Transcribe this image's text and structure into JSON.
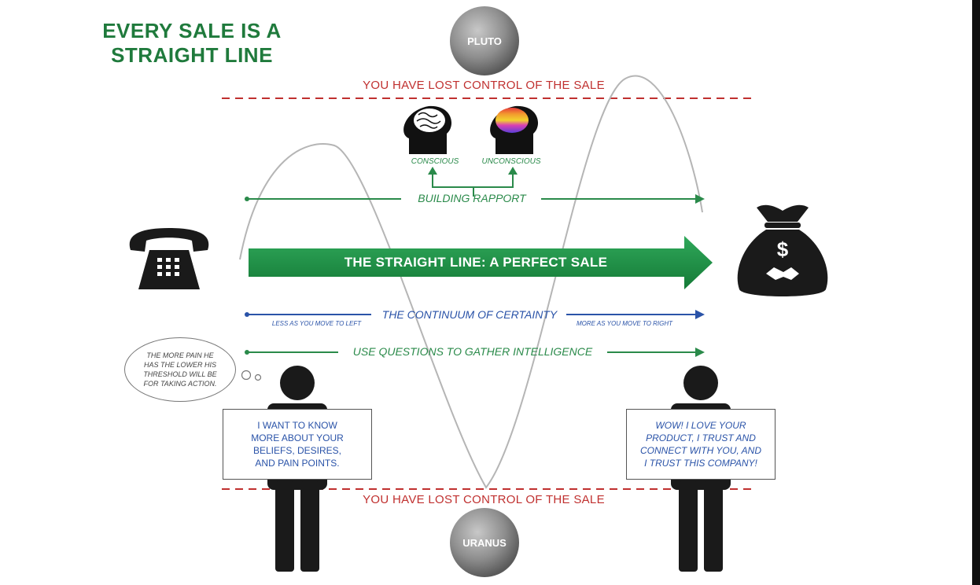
{
  "title_lines": [
    "EVERY SALE IS A",
    "STRAIGHT LINE"
  ],
  "planets": {
    "top": "PLUTO",
    "bottom": "URANUS"
  },
  "lost_control_top": "YOU HAVE LOST CONTROL OF THE SALE",
  "lost_control_bottom": "YOU HAVE LOST CONTROL OF THE SALE",
  "minds": {
    "conscious": "CONSCIOUS",
    "unconscious": "UNCONSCIOUS"
  },
  "building_rapport": "BUILDING RAPPORT",
  "straight_line": "THE STRAIGHT LINE: A PERFECT SALE",
  "continuum": {
    "label": "THE CONTINUUM OF CERTAINTY",
    "left": "LESS AS YOU MOVE TO LEFT",
    "right": "MORE AS YOU MOVE TO RIGHT"
  },
  "questions": "USE QUESTIONS TO GATHER INTELLIGENCE",
  "thought_bubble": "THE MORE PAIN HE HAS THE LOWER HIS THRESHOLD WILL BE FOR TAKING ACTION.",
  "sign_left": "I WANT TO KNOW\nMORE ABOUT YOUR\nBELIEFS, DESIRES,\nAND PAIN POINTS.",
  "sign_right": "WOW! I LOVE YOUR\nPRODUCT, I TRUST AND\nCONNECT WITH YOU, AND\nI TRUST THIS COMPANY!",
  "icons": [
    "telephone-icon",
    "money-bag-icon",
    "dollar-sign-icon",
    "handshake-icon",
    "conscious-head-icon",
    "unconscious-head-icon",
    "salesperson-icon",
    "buyer-icon"
  ],
  "colors": {
    "title_green": "#1f7a3c",
    "arrow_green": "#1e8a45",
    "line_green": "#2a8a4a",
    "blue": "#2a53a8",
    "red": "#c0302f"
  }
}
